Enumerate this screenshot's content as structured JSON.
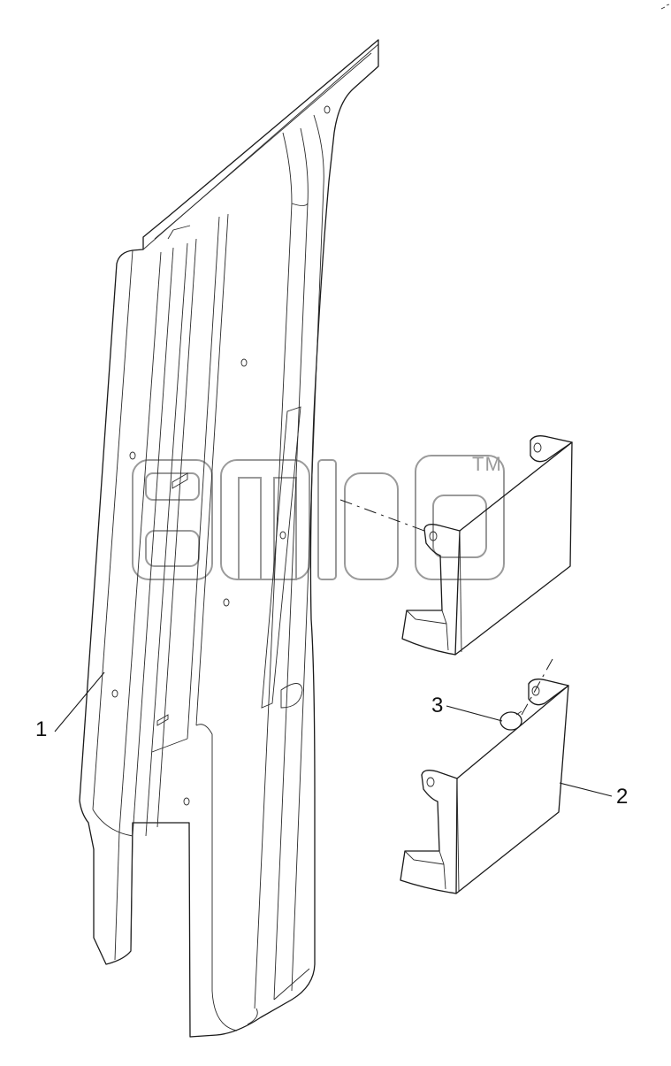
{
  "parts": [
    {
      "id": "part-1",
      "callout": "1"
    },
    {
      "id": "part-2",
      "callout": "2"
    },
    {
      "id": "part-3",
      "callout": "3"
    }
  ],
  "watermark": {
    "trademark": "TM"
  }
}
